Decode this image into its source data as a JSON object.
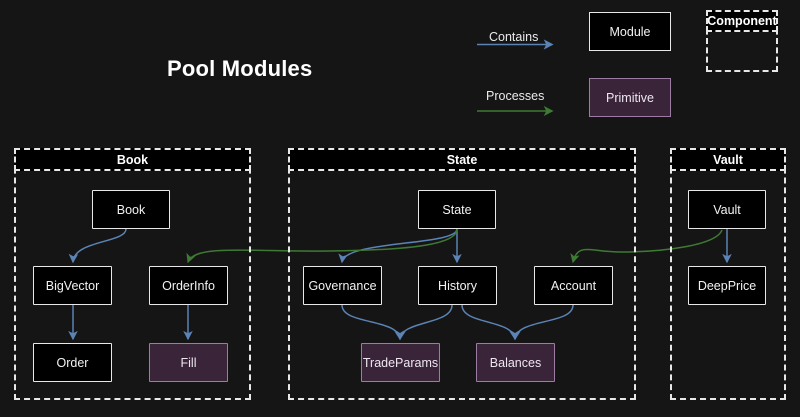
{
  "diagram": {
    "title": "Pool Modules",
    "background_color": "#151515",
    "colors": {
      "module_fill": "#000000",
      "module_border": "#e8e8e8",
      "primitive_fill": "#39243a",
      "primitive_border": "#9c7ca2",
      "contains_edge": "#5b83b5",
      "processes_edge": "#3f7a34",
      "text": "#f2f2f2"
    }
  },
  "legend": {
    "edges": [
      {
        "label": "Contains",
        "color": "#5b83b5"
      },
      {
        "label": "Processes",
        "color": "#3f7a34"
      }
    ],
    "nodes": [
      {
        "label": "Module",
        "kind": "module"
      },
      {
        "label": "Primitive",
        "kind": "primitive"
      }
    ],
    "component": {
      "label": "Component",
      "kind": "group"
    }
  },
  "groups": [
    {
      "id": "book",
      "label": "Book",
      "nodes": [
        {
          "id": "book-node",
          "label": "Book",
          "kind": "module"
        },
        {
          "id": "bigvector",
          "label": "BigVector",
          "kind": "module"
        },
        {
          "id": "orderinfo",
          "label": "OrderInfo",
          "kind": "module"
        },
        {
          "id": "order",
          "label": "Order",
          "kind": "module"
        },
        {
          "id": "fill",
          "label": "Fill",
          "kind": "primitive"
        }
      ]
    },
    {
      "id": "state",
      "label": "State",
      "nodes": [
        {
          "id": "state-node",
          "label": "State",
          "kind": "module"
        },
        {
          "id": "governance",
          "label": "Governance",
          "kind": "module"
        },
        {
          "id": "history",
          "label": "History",
          "kind": "module"
        },
        {
          "id": "account",
          "label": "Account",
          "kind": "module"
        },
        {
          "id": "tradeparams",
          "label": "TradeParams",
          "kind": "primitive"
        },
        {
          "id": "balances",
          "label": "Balances",
          "kind": "primitive"
        }
      ]
    },
    {
      "id": "vault",
      "label": "Vault",
      "nodes": [
        {
          "id": "vault-node",
          "label": "Vault",
          "kind": "module"
        },
        {
          "id": "deepprice",
          "label": "DeepPrice",
          "kind": "module"
        }
      ]
    }
  ],
  "edges": [
    {
      "from": "book-node",
      "to": "bigvector",
      "type": "Contains"
    },
    {
      "from": "bigvector",
      "to": "order",
      "type": "Contains"
    },
    {
      "from": "orderinfo",
      "to": "fill",
      "type": "Contains"
    },
    {
      "from": "state-node",
      "to": "governance",
      "type": "Contains"
    },
    {
      "from": "state-node",
      "to": "history",
      "type": "Contains"
    },
    {
      "from": "governance",
      "to": "tradeparams",
      "type": "Contains"
    },
    {
      "from": "history",
      "to": "tradeparams",
      "type": "Contains"
    },
    {
      "from": "history",
      "to": "balances",
      "type": "Contains"
    },
    {
      "from": "account",
      "to": "balances",
      "type": "Contains"
    },
    {
      "from": "vault-node",
      "to": "deepprice",
      "type": "Contains"
    },
    {
      "from": "state-node",
      "to": "orderinfo",
      "type": "Processes"
    },
    {
      "from": "vault-node",
      "to": "account",
      "type": "Processes"
    }
  ]
}
